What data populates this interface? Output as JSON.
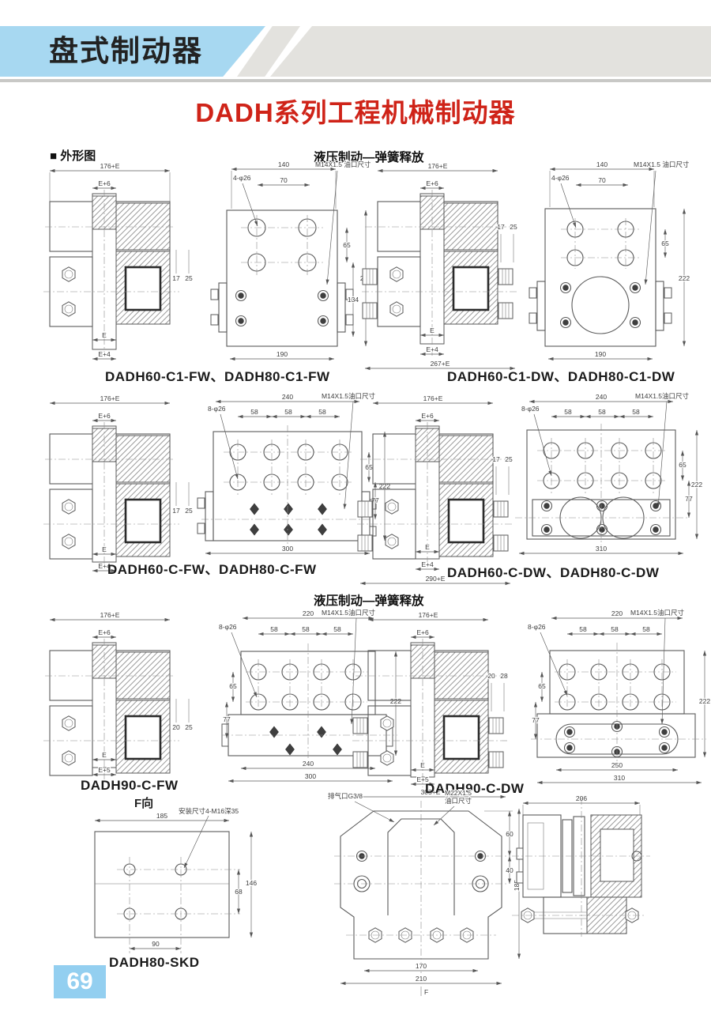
{
  "header": {
    "banner_title": "盘式制动器",
    "page_title": "DADH系列工程机械制动器",
    "section_label": "■ 外形图",
    "hydraulic_heading_1": "液压制动—弹簧释放",
    "hydraulic_heading_2": "液压制动—弹簧释放"
  },
  "page_number": "69",
  "colors": {
    "banner_blue": "#a7d8f1",
    "banner_gray": "#e3e2de",
    "title_red": "#cf2318",
    "pagenum_blue": "#93cff0"
  },
  "figures": {
    "f1": {
      "label": "DADH60-C1-FW、DADH80-C1-FW",
      "d": {
        "total": "176+E",
        "hub": "E+6",
        "g1": "17",
        "g2": "25",
        "e": "E",
        "eb": "E+4",
        "w": "140",
        "p": "70",
        "holes": "4-φ26",
        "port": "M14X1.5 油口尺寸",
        "h1": "65",
        "h2": "134",
        "h": "222",
        "base": "190"
      }
    },
    "f2": {
      "label": "DADH60-C1-DW、DADH80-C1-DW",
      "d": {
        "total": "176+E",
        "hub": "E+6",
        "g1": "17",
        "g2": "25",
        "e": "E",
        "eb": "E+4",
        "span": "267+E",
        "w": "140",
        "p": "70",
        "holes": "4-φ26",
        "port": "M14X1.5 油口尺寸",
        "h1": "65",
        "h": "222",
        "base": "190"
      }
    },
    "f3": {
      "label": "DADH60-C-FW、DADH80-C-FW",
      "d": {
        "total": "176+E",
        "hub": "E+6",
        "g1": "17",
        "g2": "25",
        "e": "E",
        "eb": "E+4",
        "w": "240",
        "p1": "58",
        "p2": "58",
        "p3": "58",
        "holes": "8-φ26",
        "port": "M14X1.5油口尺寸",
        "h1": "65",
        "h2": "77",
        "h": "222",
        "base": "300"
      }
    },
    "f4": {
      "label": "DADH60-C-DW、DADH80-C-DW",
      "d": {
        "total": "176+E",
        "hub": "E+6",
        "g1": "17",
        "g2": "25",
        "e": "E",
        "eb": "E+4",
        "span": "290+E",
        "w": "240",
        "p1": "58",
        "p2": "58",
        "p3": "58",
        "holes": "8-φ26",
        "port": "M14X1.5油口尺寸",
        "h1": "65",
        "h2": "77",
        "h": "222",
        "base": "310"
      }
    },
    "f5": {
      "label": "DADH90-C-FW",
      "d": {
        "total": "176+E",
        "hub": "E+6",
        "g1": "20",
        "g2": "25",
        "e": "E",
        "eb": "E+5",
        "w": "220",
        "p1": "58",
        "p2": "58",
        "p3": "58",
        "holes": "8-φ26",
        "port": "M14X1.5油口尺寸",
        "h1": "65",
        "h2": "77",
        "h": "222",
        "mid": "240",
        "base": "300"
      }
    },
    "f6": {
      "label": "DADH90-C-DW",
      "d": {
        "total": "176+E",
        "hub": "E+6",
        "g1": "20",
        "g2": "28",
        "e": "E",
        "eb": "E+5",
        "span": "303+E",
        "w": "220",
        "p1": "58",
        "p2": "58",
        "p3": "58",
        "holes": "8-φ26",
        "port": "M14X1.5油口尺寸",
        "h1": "65",
        "h2": "77",
        "h": "222",
        "mid": "250",
        "base": "310"
      }
    },
    "f7": {
      "title": "F向",
      "label": "DADH80-SKD",
      "d": {
        "w": "185",
        "pitch": "90",
        "h1": "68",
        "h": "146",
        "note": "安装尺寸4-M16深35"
      }
    },
    "f8": {
      "d": {
        "vent": "排气口G3/8",
        "port1": "M22X1.5",
        "port2": "油口尺寸",
        "h1": "60",
        "h2": "40",
        "h": "185",
        "w1": "170",
        "w": "210",
        "view": "F"
      }
    },
    "f9": {
      "d": {
        "w": "206"
      }
    }
  }
}
